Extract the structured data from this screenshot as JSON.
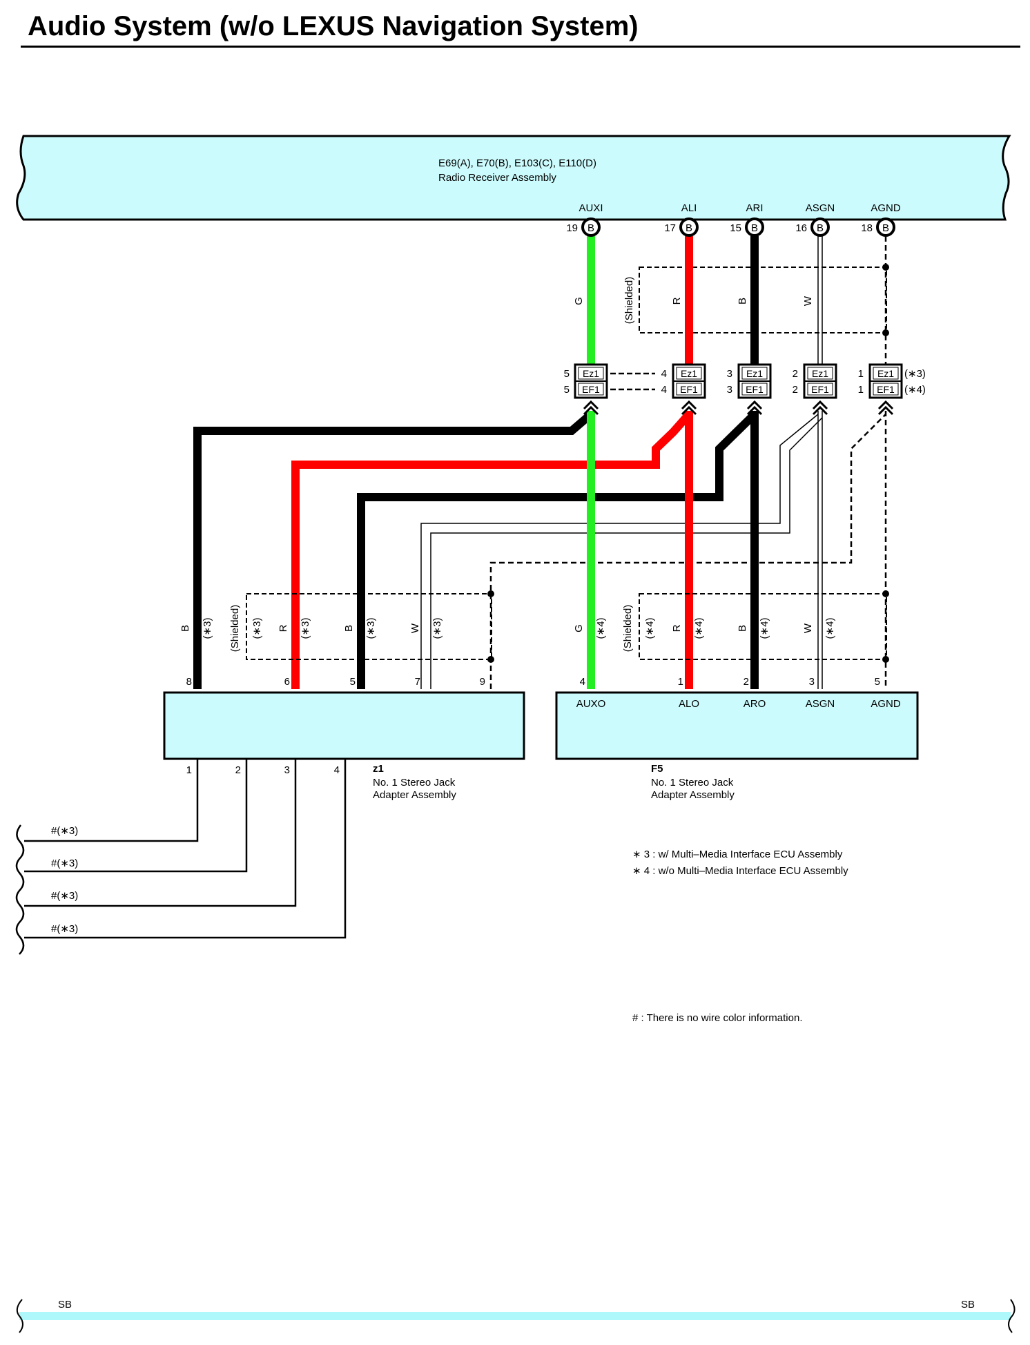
{
  "title": "Audio System (w/o LEXUS Navigation System)",
  "receiver": {
    "connectors": "E69(A), E70(B), E103(C), E110(D)",
    "name": "Radio Receiver Assembly",
    "pins": [
      {
        "name": "AUXI",
        "num": "19",
        "conn": "B"
      },
      {
        "name": "ALI",
        "num": "17",
        "conn": "B"
      },
      {
        "name": "ARI",
        "num": "15",
        "conn": "B"
      },
      {
        "name": "ASGN",
        "num": "16",
        "conn": "B"
      },
      {
        "name": "AGND",
        "num": "18",
        "conn": "B"
      }
    ]
  },
  "upper_wire_colors": [
    "G",
    "R",
    "B",
    "W"
  ],
  "shielded": "(Shielded)",
  "junction": {
    "top": "Ez1",
    "bottom": "EF1",
    "pins": [
      {
        "left": "5",
        "right": "5"
      },
      {
        "left": "4",
        "right": "4"
      },
      {
        "left": "3",
        "right": "3"
      },
      {
        "left": "2",
        "right": "2"
      },
      {
        "left": "1",
        "right": "1"
      }
    ],
    "note_top": "(∗3)",
    "note_bottom": "(∗4)"
  },
  "z1": {
    "code": "z1",
    "name1": "No. 1 Stereo Jack",
    "name2": "Adapter Assembly",
    "top_pins": [
      "8",
      "6",
      "5",
      "7",
      "9"
    ],
    "bottom_pins": [
      "1",
      "2",
      "3",
      "4"
    ],
    "wire_labels": [
      {
        "color": "B",
        "note": "(∗3)"
      },
      {
        "color": "(Shielded)",
        "note": "(∗3)"
      },
      {
        "color": "R",
        "note": "(∗3)"
      },
      {
        "color": "B",
        "note": "(∗3)"
      },
      {
        "color": "W",
        "note": "(∗3)"
      }
    ],
    "outputs": [
      "#(∗3)",
      "#(∗3)",
      "#(∗3)",
      "#(∗3)"
    ]
  },
  "f5": {
    "code": "F5",
    "name1": "No. 1 Stereo Jack",
    "name2": "Adapter Assembly",
    "pins": [
      {
        "num": "4",
        "name": "AUXO"
      },
      {
        "num": "1",
        "name": "ALO"
      },
      {
        "num": "2",
        "name": "ARO"
      },
      {
        "num": "3",
        "name": "ASGN"
      },
      {
        "num": "5",
        "name": "AGND"
      }
    ],
    "wire_labels": [
      {
        "color": "G",
        "note": "(∗4)"
      },
      {
        "color": "(Shielded)",
        "note": "(∗4)"
      },
      {
        "color": "R",
        "note": "(∗4)"
      },
      {
        "color": "B",
        "note": "(∗4)"
      },
      {
        "color": "W",
        "note": "(∗4)"
      }
    ]
  },
  "notes": [
    "∗ 3 : w/ Multi–Media Interface ECU Assembly",
    "∗ 4 : w/o Multi–Media Interface ECU Assembly"
  ],
  "hash_note": "# : There is no wire color information.",
  "bottom_left": "SB",
  "bottom_right": "SB",
  "colors": {
    "component_fill": "#ccfbfd",
    "bus": "#aef7fa",
    "wire_green": "#22ee22",
    "wire_red": "#ff0000",
    "wire_black": "#000000"
  }
}
